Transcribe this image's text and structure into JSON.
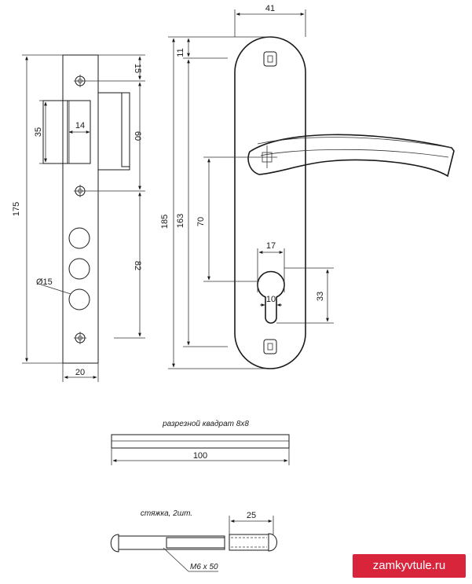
{
  "dimensions": {
    "plate_width": "41",
    "top_offset": "11",
    "plate_height": "185",
    "handle_to_bottom": "163",
    "handle_to_key": "70",
    "key_width": "17",
    "key_slot_width": "10",
    "key_height": "33",
    "lock_height": "175",
    "faceplate_width": "20",
    "bolt_height": "35",
    "bolt_offset": "14",
    "screw_top": "15",
    "screw_spacing": "60",
    "lower_spacing": "82",
    "hole_diameter": "Ø15"
  },
  "spindle": {
    "caption": "разрезной квадрат 8х8",
    "length": "100"
  },
  "tie": {
    "caption": "стяжка, 2шт.",
    "length": "25",
    "thread": "M6 x 50"
  },
  "watermark": "zamkyvtule.ru"
}
